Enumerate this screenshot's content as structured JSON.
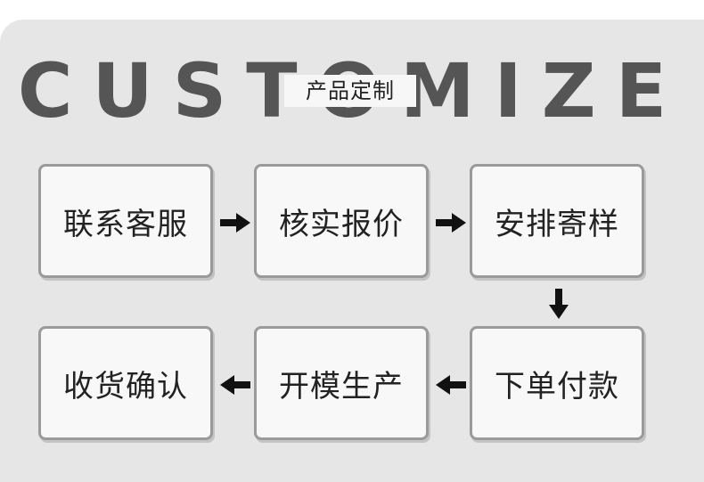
{
  "title": {
    "english": "CUSTOMIZE",
    "chinese": "产品定制"
  },
  "steps": [
    {
      "label": "联系客服"
    },
    {
      "label": "核实报价"
    },
    {
      "label": "安排寄样"
    },
    {
      "label": "下单付款"
    },
    {
      "label": "开模生产"
    },
    {
      "label": "收货确认"
    }
  ],
  "colors": {
    "panel": "#e6e6e6",
    "title": "#555555",
    "box_border": "#9a9a9a",
    "box_fill": "#f8f8f8",
    "arrow": "#111111"
  },
  "icons": {
    "arrow_right": "arrow-right-icon",
    "arrow_down": "arrow-down-icon",
    "arrow_left": "arrow-left-icon"
  }
}
